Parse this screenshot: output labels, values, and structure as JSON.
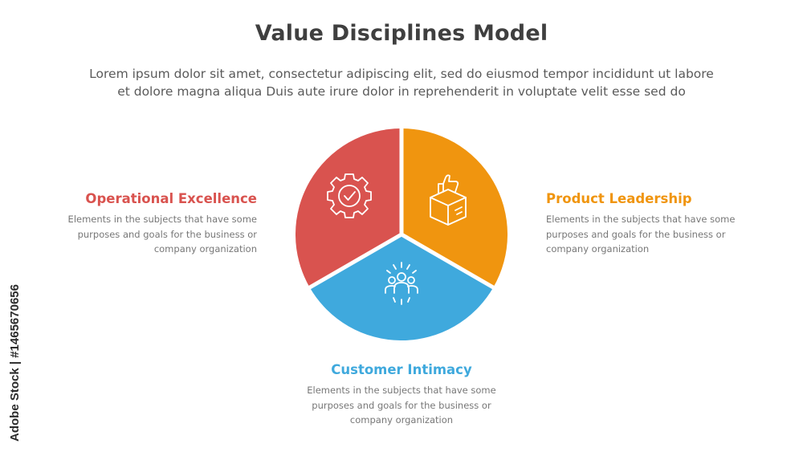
{
  "title": "Value Disciplines Model",
  "subtitle_lines": [
    "Lorem ipsum dolor sit amet, consectetur adipiscing elit, sed do eiusmod tempor incididunt ut labore",
    "et dolore magna aliqua Duis aute irure dolor in reprehenderit in voluptate velit esse sed do"
  ],
  "segments": [
    {
      "name": "Operational Excellence",
      "color": "#d9534f",
      "icon": "gear-check-icon",
      "desc_lines": [
        "Elements in the subjects that have some",
        "purposes and goals for the business or",
        "company organization"
      ]
    },
    {
      "name": "Product Leadership",
      "color": "#f0950f",
      "icon": "box-thumbs-up-icon",
      "desc_lines": [
        "Elements in the subjects that have some",
        "purposes and goals for the business or",
        "company organization"
      ]
    },
    {
      "name": "Customer Intimacy",
      "color": "#3fa9dd",
      "icon": "people-group-icon",
      "desc_lines": [
        "Elements in the subjects that have some",
        "purposes and goals for the business or",
        "company organization"
      ]
    }
  ],
  "watermark": "Adobe Stock | #1465670656"
}
